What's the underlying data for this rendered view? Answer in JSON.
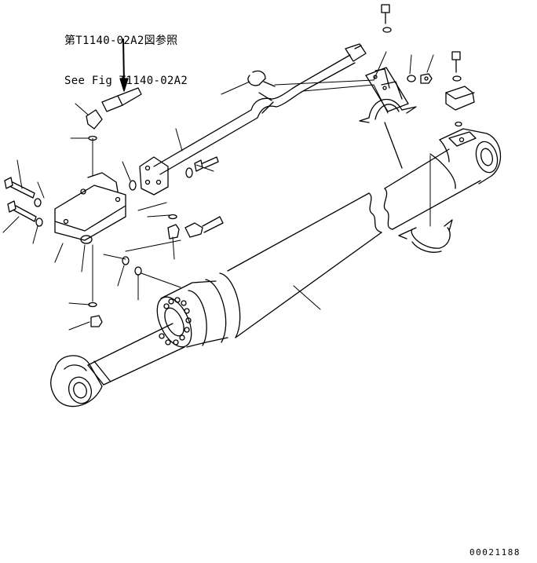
{
  "reference": {
    "line_jp": "第T1140-02A2図参照",
    "line_en": "See Fig T1140-02A2"
  },
  "document_number": "00021188",
  "colors": {
    "ink": "#000000",
    "paper": "#ffffff"
  }
}
